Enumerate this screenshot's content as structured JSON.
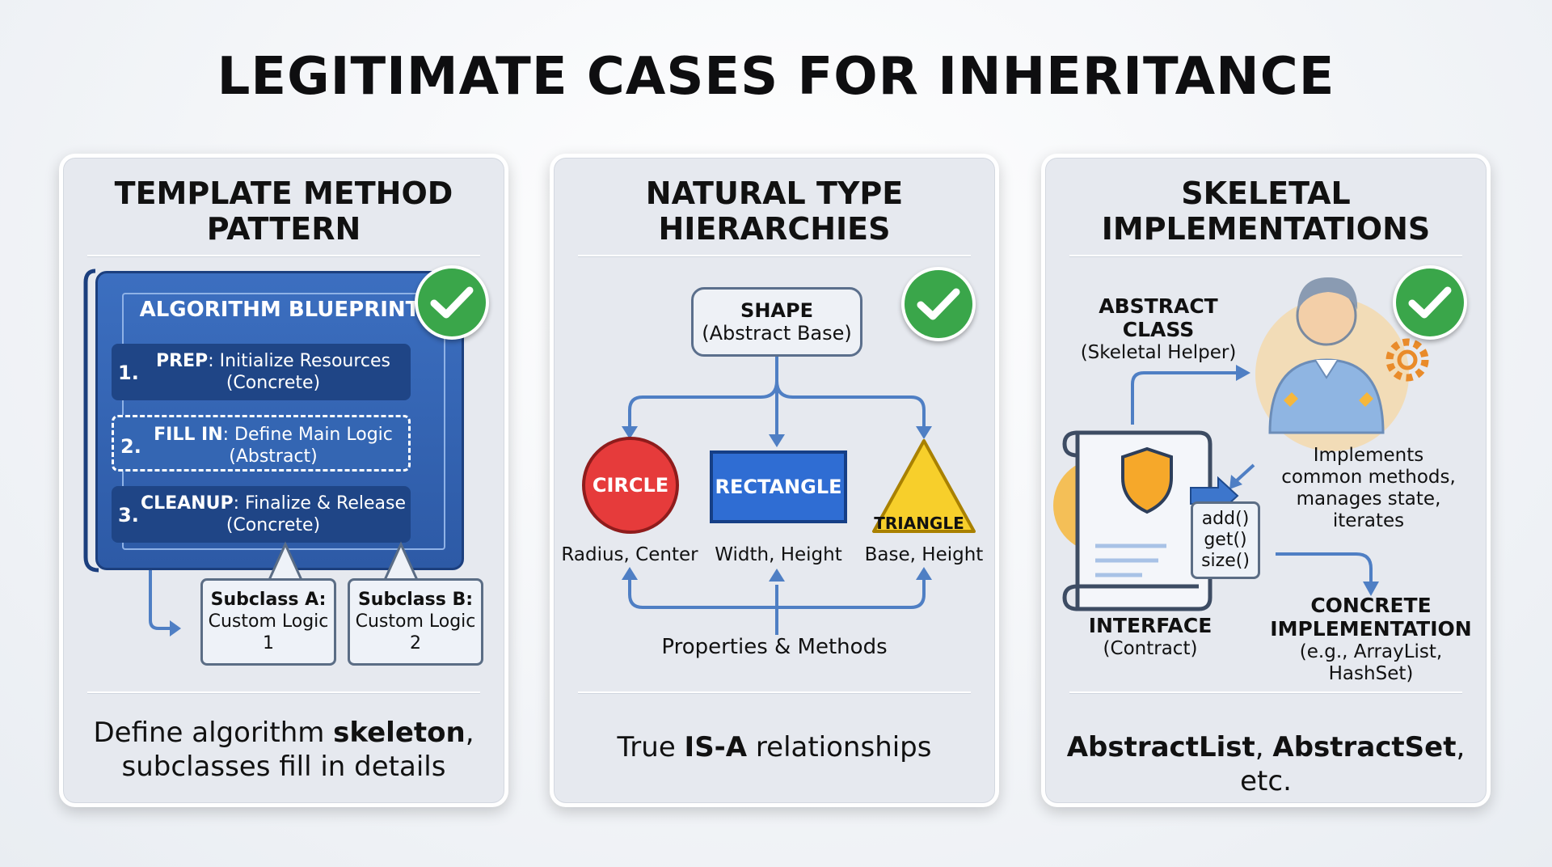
{
  "title": "LEGITIMATE CASES FOR INHERITANCE",
  "panels": {
    "template": {
      "title_line1": "TEMPLATE METHOD",
      "title_line2": "PATTERN",
      "blueprint_title": "ALGORITHM BLUEPRINT",
      "steps": [
        {
          "num": "1.",
          "key": "PREP",
          "text": ": Initialize Resources",
          "sub": "(Concrete)"
        },
        {
          "num": "2.",
          "key": "FILL IN",
          "text": ": Define Main Logic",
          "sub": "(Abstract)"
        },
        {
          "num": "3.",
          "key": "CLEANUP",
          "text": ": Finalize & Release",
          "sub": "(Concrete)"
        }
      ],
      "subclass_a": {
        "name": "Subclass A:",
        "line2": "Custom Logic",
        "line3": "1"
      },
      "subclass_b": {
        "name": "Subclass B:",
        "line2": "Custom Logic",
        "line3": "2"
      },
      "caption_pre": "Define algorithm ",
      "caption_bold": "skeleton",
      "caption_post": ",",
      "caption_line2": "subclasses fill in details"
    },
    "hierarchy": {
      "title_line1": "NATURAL TYPE",
      "title_line2": "HIERARCHIES",
      "base_name": "SHAPE",
      "base_sub": "(Abstract Base)",
      "circle": "CIRCLE",
      "rectangle": "RECTANGLE",
      "triangle": "TRIANGLE",
      "circle_props": "Radius, Center",
      "rect_props": "Width, Height",
      "tri_props": "Base, Height",
      "shared": "Properties & Methods",
      "caption_pre": "True ",
      "caption_bold": "IS-A",
      "caption_post": " relationships"
    },
    "skeletal": {
      "title_line1": "SKELETAL",
      "title_line2": "IMPLEMENTATIONS",
      "abstract_name": "ABSTRACT CLASS",
      "abstract_sub": "(Skeletal Helper)",
      "implements_1": "Implements",
      "implements_2": "common methods,",
      "implements_3": "manages state, iterates",
      "methods": [
        "add()",
        "get()",
        "size()"
      ],
      "interface_name": "INTERFACE",
      "interface_sub": "(Contract)",
      "concrete_1": "CONCRETE",
      "concrete_2": "IMPLEMENTATION",
      "concrete_sub": "(e.g., ArrayList, HashSet)",
      "caption_b1": "AbstractList",
      "caption_mid": ", ",
      "caption_b2": "AbstractSet",
      "caption_post": ", etc."
    }
  },
  "colors": {
    "check_green": "#3aa64a",
    "blueprint_blue": "#2d5aa6",
    "circle_red": "#e63b3b",
    "rect_blue": "#2f6dd3",
    "triangle_yellow": "#f7cf2b",
    "arrow_blue": "#4f7fc4"
  }
}
